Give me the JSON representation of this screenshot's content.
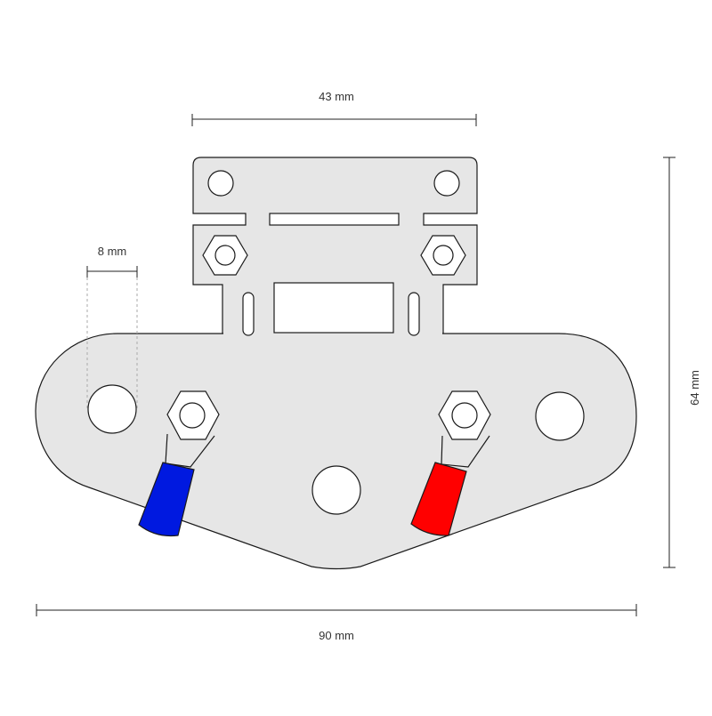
{
  "dimensions": {
    "top_width": "43 mm",
    "hole_diameter": "8 mm",
    "height": "64 mm",
    "overall_width": "90 mm"
  },
  "colors": {
    "plate_fill": "#e6e6e6",
    "outline": "#1a1a1a",
    "terminal_negative": "#0019e0",
    "terminal_positive": "#ff0000",
    "background": "#ffffff"
  },
  "icons": {
    "terminal_left": "blue-ring-terminal-icon",
    "terminal_right": "red-ring-terminal-icon",
    "nut": "hex-nut-icon"
  }
}
